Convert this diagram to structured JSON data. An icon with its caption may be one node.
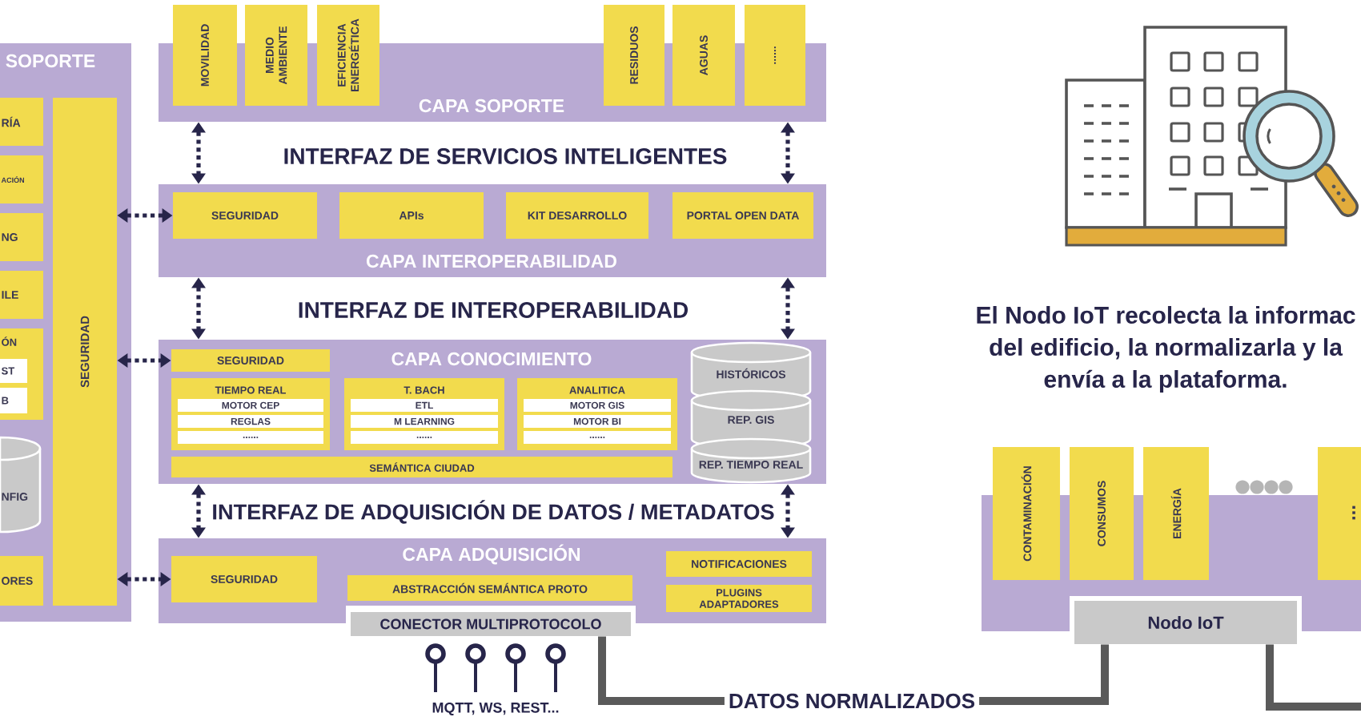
{
  "diagram": {
    "nodes": [
      {
        "text": [
          "SOPORTE"
        ]
      },
      {
        "text": [
          "RÍA"
        ],
        "in": 0
      },
      {
        "text": [
          "ACIÓN"
        ],
        "in": 0
      },
      {
        "text": [
          "NG"
        ],
        "in": 0
      },
      {
        "text": [
          "ILE"
        ],
        "in": 0
      },
      {
        "text": [
          "ÓN"
        ],
        "in": 0
      },
      {
        "text": [
          "ST"
        ],
        "in": 5
      },
      {
        "text": [
          "B"
        ],
        "in": 5
      },
      {
        "text": [
          "NFIG"
        ],
        "in": 0
      },
      {
        "text": [
          "ORES"
        ],
        "in": 0
      },
      {
        "text": [
          "SEGURIDAD"
        ],
        "in": 0
      },
      {
        "text": [
          "CAPA SOPORTE"
        ]
      },
      {
        "text": [
          "MOVILIDAD"
        ]
      },
      {
        "text": [
          "MEDIO AMBIENTE"
        ]
      },
      {
        "text": [
          "EFICIENCIA ENERGÉTICA"
        ]
      },
      {
        "text": [
          "RESIDUOS"
        ]
      },
      {
        "text": [
          "AGUAS"
        ]
      },
      {
        "text": [
          "......"
        ]
      },
      {
        "text": [
          "CAPA INTEROPERABILIDAD"
        ]
      },
      {
        "text": [
          "SEGURIDAD"
        ],
        "in": 18
      },
      {
        "text": [
          "APIs"
        ],
        "in": 18
      },
      {
        "text": [
          "KIT DESARROLLO"
        ],
        "in": 18
      },
      {
        "text": [
          "PORTAL OPEN DATA"
        ],
        "in": 18
      },
      {
        "text": [
          "CAPA CONOCIMIENTO"
        ]
      },
      {
        "text": [
          "SEGURIDAD"
        ],
        "in": 23
      },
      {
        "text": [
          "TIEMPO REAL"
        ],
        "in": 23
      },
      {
        "text": [
          "MOTOR CEP"
        ],
        "in": 25
      },
      {
        "text": [
          "REGLAS"
        ],
        "in": 25
      },
      {
        "text": [
          "......"
        ],
        "in": 25
      },
      {
        "text": [
          "T. BACH"
        ],
        "in": 23
      },
      {
        "text": [
          "ETL"
        ],
        "in": 29
      },
      {
        "text": [
          "M LEARNING"
        ],
        "in": 29
      },
      {
        "text": [
          "......"
        ],
        "in": 29
      },
      {
        "text": [
          "ANALITICA"
        ],
        "in": 23
      },
      {
        "text": [
          "MOTOR GIS"
        ],
        "in": 33
      },
      {
        "text": [
          "MOTOR BI"
        ],
        "in": 33
      },
      {
        "text": [
          "......"
        ],
        "in": 33
      },
      {
        "text": [
          "SEMÁNTICA CIUDAD"
        ],
        "in": 23
      },
      {
        "text": [
          "HISTÓRICOS"
        ],
        "in": 23
      },
      {
        "text": [
          "REP. GIS"
        ],
        "in": 23
      },
      {
        "text": [
          "REP. TIEMPO REAL"
        ],
        "in": 23
      },
      {
        "text": [
          "CAPA ADQUISICIÓN"
        ]
      },
      {
        "text": [
          "SEGURIDAD"
        ],
        "in": 41
      },
      {
        "text": [
          "ABSTRACCIÓN SEMÁNTICA PROTO"
        ],
        "in": 41
      },
      {
        "text": [
          "CONECTOR MULTIPROTOCOLO"
        ]
      },
      {
        "text": [
          "NOTIFICACIONES"
        ],
        "in": 41
      },
      {
        "text": [
          "PLUGINS ADAPTADORES"
        ],
        "in": 41
      },
      {
        "text": [],
        "shape": "box"
      },
      {
        "text": [
          "CONTAMINACIÓN"
        ]
      },
      {
        "text": [
          "CONSUMOS"
        ]
      },
      {
        "text": [
          "ENERGÍA"
        ]
      },
      {
        "text": [
          "..."
        ]
      },
      {
        "text": [
          "Nodo IoT"
        ]
      }
    ],
    "edges": [
      {
        "from": 11,
        "to": 18,
        "arrow": "both",
        "style": "dashed"
      },
      {
        "from": 11,
        "to": 18,
        "arrow": "both",
        "style": "dashed"
      },
      {
        "from": 18,
        "to": 23,
        "arrow": "both",
        "style": "dashed"
      },
      {
        "from": 18,
        "to": 23,
        "arrow": "both",
        "style": "dashed"
      },
      {
        "from": 23,
        "to": 41,
        "arrow": "both",
        "style": "dashed"
      },
      {
        "from": 23,
        "to": 41,
        "arrow": "both",
        "style": "dashed"
      },
      {
        "from": 10,
        "to": 19,
        "arrow": "both",
        "style": "dashed"
      },
      {
        "from": 10,
        "to": 24,
        "arrow": "both",
        "style": "dashed"
      },
      {
        "from": 10,
        "to": 42,
        "arrow": "both",
        "style": "dashed"
      },
      {
        "from": 44,
        "to": 52,
        "arrow": "none",
        "label": "DATOS NORMALIZADOS",
        "style": "thick",
        "color": "#5a5a5a"
      },
      {
        "from": 52,
        "to": null,
        "arrow": "none",
        "style": "thick",
        "color": "#5a5a5a"
      }
    ],
    "labels": [
      "INTERFAZ DE SERVICIOS INTELIGENTES",
      "INTERFAZ DE INTEROPERABILIDAD",
      "El Nodo IoT recolecta la informac del edificio, la normalizarla y la envía a la plataforma.",
      "INTERFAZ DE ADQUISICIÓN DE DATOS / METADATOS",
      "MQTT, WS, REST..."
    ]
  }
}
